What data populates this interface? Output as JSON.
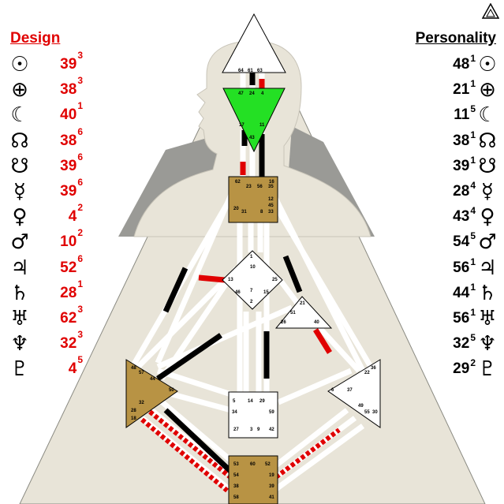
{
  "header": {
    "design_title": "Design",
    "personality_title": "Personality",
    "logo_icon": "triangle-logo-icon"
  },
  "colors": {
    "design": "#e00000",
    "personality": "#000000",
    "defined_center": "#b89344",
    "throat_center": "#24e024",
    "silhouette": "#e8e4d8",
    "shade": "#9a9a96"
  },
  "design": [
    {
      "planet": "sun",
      "symbol": "☉",
      "gate": "39",
      "line": "3"
    },
    {
      "planet": "earth",
      "symbol": "⊕",
      "gate": "38",
      "line": "3"
    },
    {
      "planet": "moon",
      "symbol": "☾",
      "gate": "40",
      "line": "1"
    },
    {
      "planet": "north-node",
      "symbol": "☊",
      "gate": "38",
      "line": "6"
    },
    {
      "planet": "south-node",
      "symbol": "☋",
      "gate": "39",
      "line": "6"
    },
    {
      "planet": "mercury",
      "symbol": "☿",
      "gate": "39",
      "line": "6"
    },
    {
      "planet": "venus",
      "symbol": "♀",
      "gate": "4",
      "line": "2"
    },
    {
      "planet": "mars",
      "symbol": "♂",
      "gate": "10",
      "line": "2"
    },
    {
      "planet": "jupiter",
      "symbol": "♃",
      "gate": "52",
      "line": "6"
    },
    {
      "planet": "saturn",
      "symbol": "♄",
      "gate": "28",
      "line": "1"
    },
    {
      "planet": "uranus",
      "symbol": "♅",
      "gate": "62",
      "line": "3"
    },
    {
      "planet": "neptune",
      "symbol": "♆",
      "gate": "32",
      "line": "3"
    },
    {
      "planet": "pluto",
      "symbol": "♇",
      "gate": "4",
      "line": "5"
    }
  ],
  "personality": [
    {
      "planet": "sun",
      "symbol": "☉",
      "gate": "48",
      "line": "1"
    },
    {
      "planet": "earth",
      "symbol": "⊕",
      "gate": "21",
      "line": "1"
    },
    {
      "planet": "moon",
      "symbol": "☾",
      "gate": "11",
      "line": "5"
    },
    {
      "planet": "north-node",
      "symbol": "☊",
      "gate": "38",
      "line": "1"
    },
    {
      "planet": "south-node",
      "symbol": "☋",
      "gate": "39",
      "line": "1"
    },
    {
      "planet": "mercury",
      "symbol": "☿",
      "gate": "28",
      "line": "4"
    },
    {
      "planet": "venus",
      "symbol": "♀",
      "gate": "43",
      "line": "4"
    },
    {
      "planet": "mars",
      "symbol": "♂",
      "gate": "54",
      "line": "5"
    },
    {
      "planet": "jupiter",
      "symbol": "♃",
      "gate": "56",
      "line": "1"
    },
    {
      "planet": "saturn",
      "symbol": "♄",
      "gate": "44",
      "line": "1"
    },
    {
      "planet": "uranus",
      "symbol": "♅",
      "gate": "56",
      "line": "1"
    },
    {
      "planet": "neptune",
      "symbol": "♆",
      "gate": "32",
      "line": "5"
    },
    {
      "planet": "pluto",
      "symbol": "♇",
      "gate": "29",
      "line": "2"
    }
  ],
  "bodygraph": {
    "head_gates": [
      "64",
      "61",
      "63"
    ],
    "ajna_gates": [
      "47",
      "24",
      "4",
      "17",
      "11",
      "43"
    ],
    "throat_gates": [
      "62",
      "23",
      "56",
      "16",
      "20",
      "31",
      "8",
      "33",
      "35",
      "12",
      "45"
    ],
    "g_gates": [
      "1",
      "13",
      "25",
      "46",
      "2",
      "15",
      "10",
      "7"
    ],
    "heart_gates": [
      "21",
      "51",
      "26",
      "40"
    ],
    "spleen_gates": [
      "48",
      "57",
      "44",
      "50",
      "32",
      "28",
      "18"
    ],
    "sacral_gates": [
      "5",
      "14",
      "29",
      "34",
      "27",
      "59",
      "42",
      "3",
      "9"
    ],
    "solar_plexus_gates": [
      "36",
      "22",
      "37",
      "6",
      "49",
      "55",
      "30"
    ],
    "root_gates": [
      "53",
      "60",
      "52",
      "54",
      "38",
      "58",
      "19",
      "39",
      "41"
    ]
  }
}
